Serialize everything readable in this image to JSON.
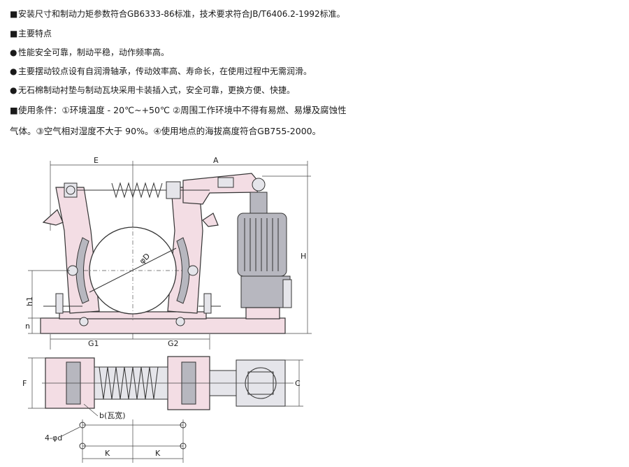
{
  "spec_lines": [
    {
      "bullet": "■",
      "text": "安装尺寸和制动力矩参数符合GB6333-86标准，技术要求符合JB/T6406.2-1992标准。"
    },
    {
      "bullet": "■",
      "text": "主要特点"
    },
    {
      "bullet": "●",
      "text": "性能安全可靠，制动平稳，动作频率高。"
    },
    {
      "bullet": "●",
      "text": "主要摆动铰点设有自润滑轴承，传动效率高、寿命长，在使用过程中无需润滑。"
    },
    {
      "bullet": "●",
      "text": "无石棉制动衬垫与制动瓦块采用卡装插入式，安全可靠，更换方便、快捷。"
    }
  ],
  "conditions": {
    "bullet": "■",
    "line1": "使用条件：①环境温度 - 20℃~+50℃  ②周围工作环境中不得有易燃、易爆及腐蚀性",
    "line2": "气体。③空气相对湿度不大于 90%。④使用地点的海拔高度符合GB755-2000。"
  },
  "drawing_labels": {
    "E": "E",
    "A": "A",
    "H": "H",
    "h1": "h1",
    "n": "n",
    "D": "φD",
    "G1": "G1",
    "G2": "G2",
    "F": "F",
    "C": "C",
    "b": "b(瓦宽)",
    "holes": "4-φd",
    "K1": "K",
    "K2": "K"
  },
  "colors": {
    "body": "#f3dde4",
    "motor": "#b7b7bf"
  }
}
